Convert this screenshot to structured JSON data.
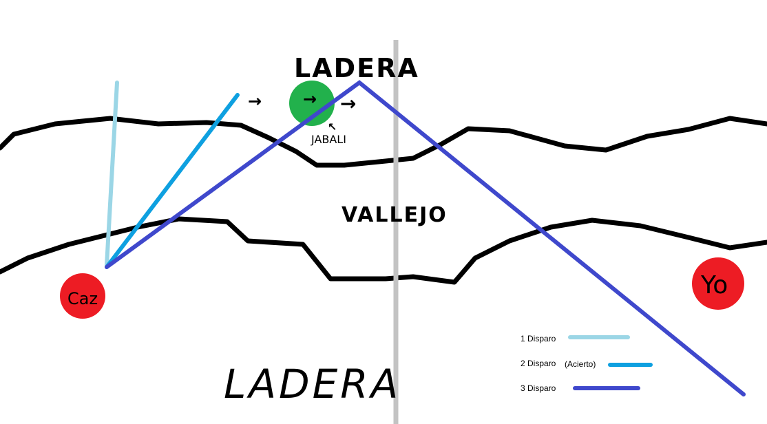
{
  "labels": {
    "ladera_top": "LADERA",
    "vallejo": "VALLEJO",
    "ladera_bottom": "LADERA",
    "jabali": "JABALI",
    "caz": "Caz",
    "yo": "Yo"
  },
  "legend": [
    {
      "label": "1 Disparo",
      "note": "",
      "color": "#9bd6e6"
    },
    {
      "label": "2 Disparo",
      "note": "(Acierto)",
      "color": "#0ea0e0"
    },
    {
      "label": "3 Disparo",
      "note": "",
      "color": "#3f48cc"
    }
  ],
  "colors": {
    "terrain": "#000000",
    "divider": "#c3c3c3",
    "boar": "#22b14c",
    "person": "#ed1c24"
  }
}
